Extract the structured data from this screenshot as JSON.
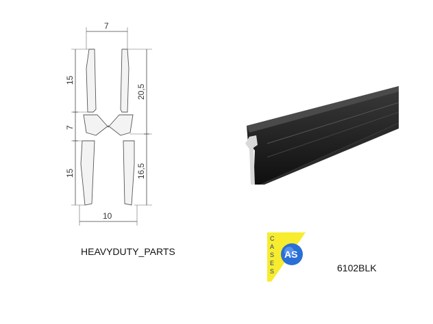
{
  "drawing": {
    "dimensions": {
      "top_width": "7",
      "bottom_width": "10",
      "left_upper": "15",
      "left_middle": "7",
      "left_lower": "15",
      "right_upper": "20,5",
      "right_lower": "16,5"
    }
  },
  "captions": {
    "brand": "HEAVYDUTY_PARTS",
    "part_number": "6102BLK"
  },
  "logo": {
    "vertical_letters": [
      "C",
      "A",
      "S",
      "E",
      "S"
    ],
    "circle_text": "AS",
    "colors": {
      "triangle": "#f7ec2e",
      "circle": "#2a6fd6",
      "text": "#1a3a8a"
    }
  },
  "render": {
    "color": "#1b1b1b",
    "edge_highlight": "#d9d9d9"
  }
}
